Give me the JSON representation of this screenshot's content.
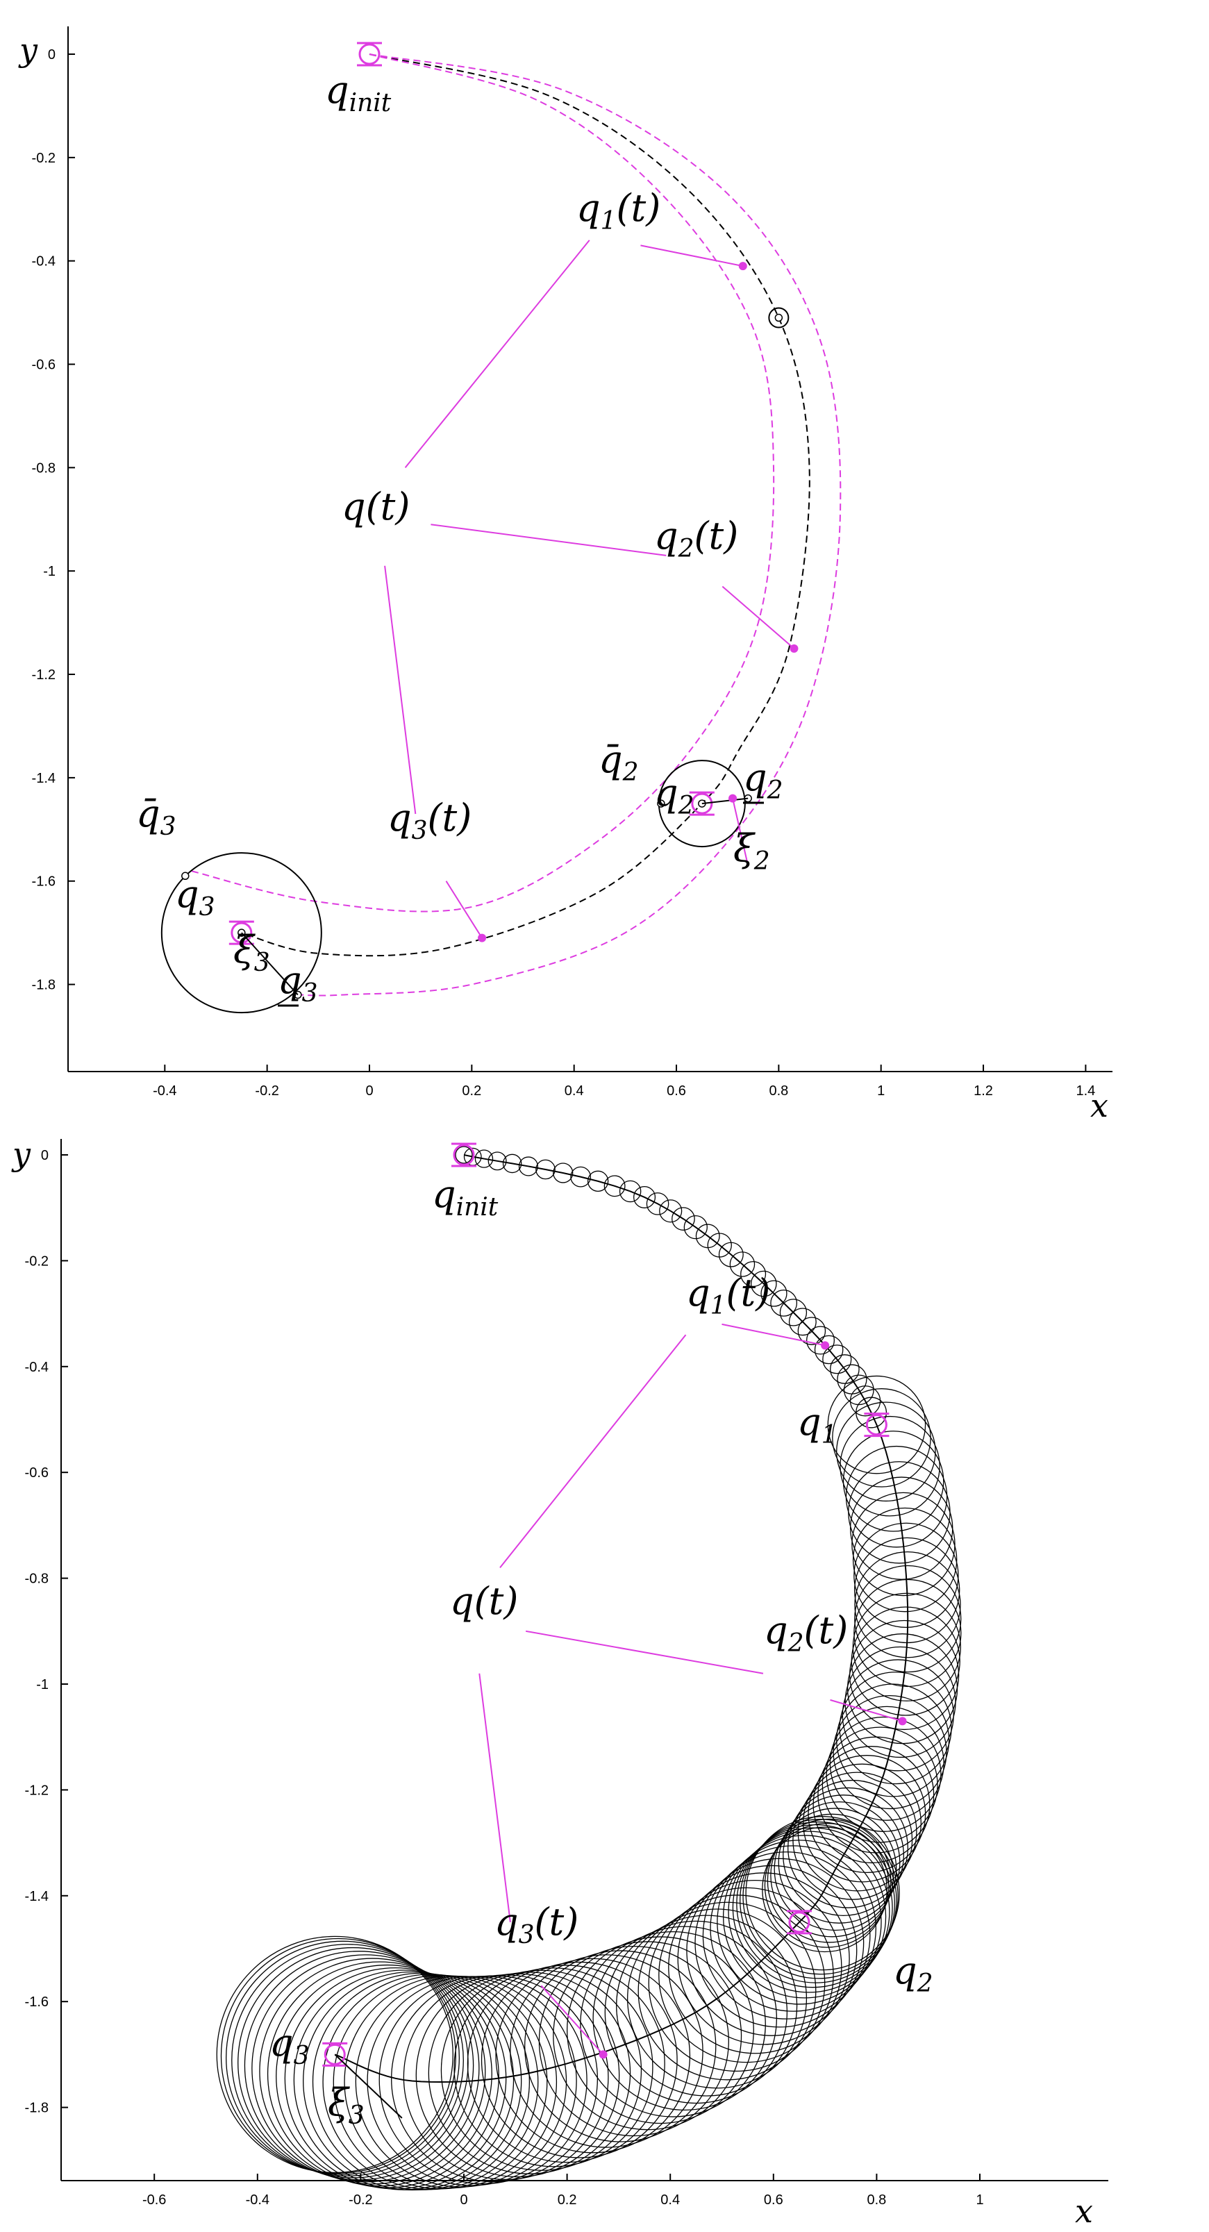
{
  "top": {
    "xticks": [
      "-0.4",
      "-0.2",
      "0",
      "0.2",
      "0.4",
      "0.6",
      "0.8",
      "1",
      "1.2",
      "1.4"
    ],
    "yticks": [
      "0",
      "-0.2",
      "-0.4",
      "-0.6",
      "-0.8",
      "-1",
      "-1.2",
      "-1.4",
      "-1.6",
      "-1.8"
    ],
    "xlabel": "x",
    "ylabel": "y",
    "labels": {
      "qinit": {
        "base": "q",
        "sub": "init"
      },
      "q1t": {
        "base": "q",
        "sub": "1",
        "tail": "(t)"
      },
      "qt": {
        "base": "q(t)"
      },
      "q2t": {
        "base": "q",
        "sub": "2",
        "tail": "(t)"
      },
      "q3t": {
        "base": "q",
        "sub": "3",
        "tail": "(t)"
      },
      "qbar2": {
        "base": "q̄",
        "sub": "2"
      },
      "q2": {
        "base": "q",
        "sub": "2"
      },
      "qund2": {
        "base": "q",
        "sub": "2"
      },
      "xi2": {
        "base": "ξ",
        "sub": "2"
      },
      "qbar3": {
        "base": "q̄",
        "sub": "3"
      },
      "q3": {
        "base": "q",
        "sub": "3"
      },
      "xi3": {
        "base": "ξ",
        "sub": "3"
      },
      "qund3": {
        "base": "q",
        "sub": "3"
      }
    }
  },
  "bottom": {
    "xticks": [
      "-0.6",
      "-0.4",
      "-0.2",
      "0",
      "0.2",
      "0.4",
      "0.6",
      "0.8",
      "1"
    ],
    "yticks": [
      "0",
      "-0.2",
      "-0.4",
      "-0.6",
      "-0.8",
      "-1",
      "-1.2",
      "-1.4",
      "-1.6",
      "-1.8"
    ],
    "xlabel": "x",
    "ylabel": "y",
    "labels": {
      "qinit": {
        "base": "q",
        "sub": "init"
      },
      "q1t": {
        "base": "q",
        "sub": "1",
        "tail": "(t)"
      },
      "q1": {
        "base": "q",
        "sub": "1"
      },
      "qt": {
        "base": "q(t)"
      },
      "q2t": {
        "base": "q",
        "sub": "2",
        "tail": "(t)"
      },
      "q3t": {
        "base": "q",
        "sub": "3",
        "tail": "(t)"
      },
      "q2": {
        "base": "q",
        "sub": "2"
      },
      "q3": {
        "base": "q",
        "sub": "3"
      },
      "xi3": {
        "base": "ξ",
        "sub": "3"
      }
    }
  },
  "colors": {
    "magenta": "#dd3ce0",
    "black": "#000000"
  }
}
